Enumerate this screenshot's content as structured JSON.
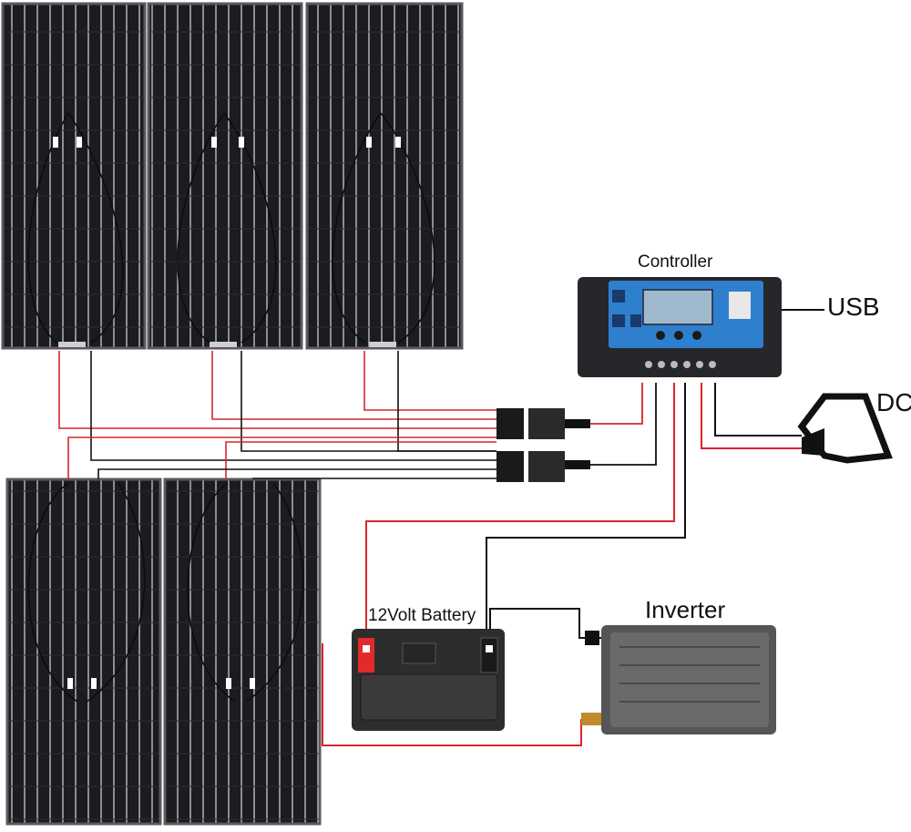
{
  "labels": {
    "controller": "Controller",
    "usb": "USB",
    "dc": "DC",
    "battery": "12Volt Battery",
    "inverter": "Inverter"
  },
  "colors": {
    "panel": "#1b1c20",
    "panel_frame": "#5a5a5e",
    "panel_line": "#d8d8dc",
    "wire_positive": "#d8262b",
    "wire_negative": "#111111",
    "controller_body": "#26272b",
    "controller_screen": "#2f7fcf",
    "lcd": "#9fb9cc",
    "battery_body": "#2d2d2d",
    "battery_terminal": "#e32a2a",
    "inverter_body": "#555557"
  },
  "icons": {
    "solar_panel": "solar-panel-icon",
    "controller": "charge-controller-icon",
    "battery": "battery-icon",
    "inverter": "inverter-icon",
    "dc_device": "dc-lamp-icon",
    "connector": "mc4-connector-icon"
  },
  "panel_count": 5
}
